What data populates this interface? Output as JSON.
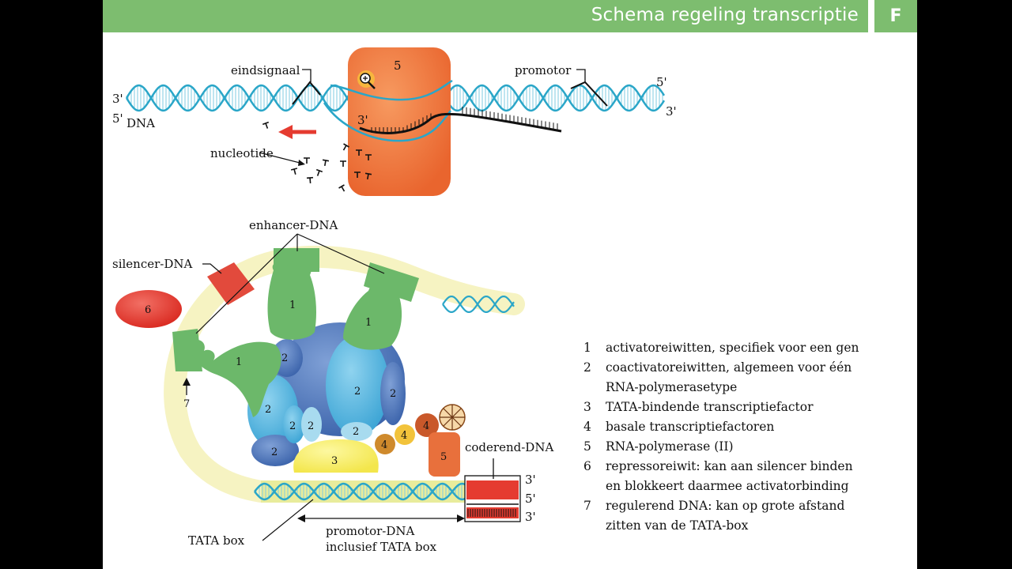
{
  "header": {
    "title": "Schema regeling transcriptie",
    "letter": "F"
  },
  "top_diagram": {
    "label_end_signal": "eindsignaal",
    "label_promoter": "promotor",
    "label_dna": "DNA",
    "label_nucleotide": "nucleotide",
    "prime_3": "3'",
    "prime_5": "5'",
    "polymerase_number": "5"
  },
  "bottom_diagram": {
    "label_enhancer": "enhancer-DNA",
    "label_silencer": "silencer-DNA",
    "label_coding": "coderend-DNA",
    "label_tata": "TATA box",
    "label_promoter_line1": "promotor-DNA",
    "label_promoter_line2": "inclusief  TATA box",
    "prime_3": "3'",
    "prime_5": "5'",
    "n1": "1",
    "n2": "2",
    "n3": "3",
    "n4": "4",
    "n5": "5",
    "n6": "6",
    "n7": "7"
  },
  "legend": [
    {
      "num": "1",
      "lines": [
        "activatoreiwitten, specifiek voor een gen"
      ]
    },
    {
      "num": "2",
      "lines": [
        "coactivatoreiwitten, algemeen voor één",
        "RNA-polymerasetype"
      ]
    },
    {
      "num": "3",
      "lines": [
        "TATA-bindende transcriptiefactor"
      ]
    },
    {
      "num": "4",
      "lines": [
        "basale transcriptiefactoren"
      ]
    },
    {
      "num": "5",
      "lines": [
        "RNA-polymerase (II)"
      ]
    },
    {
      "num": "6",
      "lines": [
        "repressoreiwit: kan aan silencer binden",
        "en blokkeert daarmee activatorbinding"
      ]
    },
    {
      "num": "7",
      "lines": [
        "regulerend DNA: kan op grote afstand",
        "zitten van de TATA-box"
      ]
    }
  ],
  "colors": {
    "banner": "#7dbd6f",
    "dna": "#2aa6c8",
    "polymerase": "#ee7a40",
    "activator": "#6cb86a",
    "silencer": "#e24a3c",
    "repressor": "#e53b30"
  }
}
